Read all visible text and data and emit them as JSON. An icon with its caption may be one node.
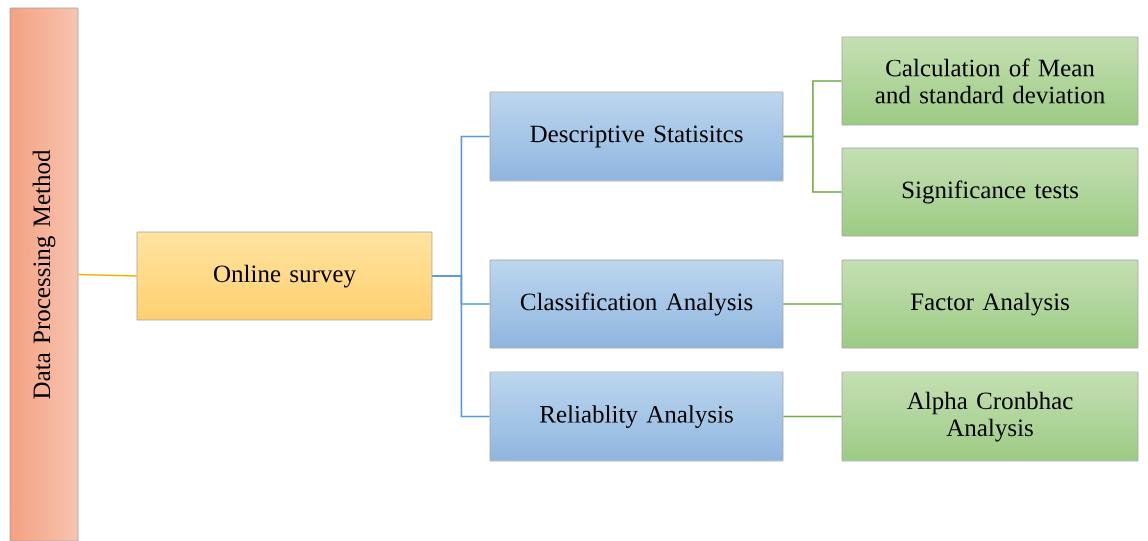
{
  "diagram": {
    "nodes": [
      {
        "text": [
          "Data Processing Method"
        ]
      },
      {
        "text": [
          "Online survey"
        ]
      },
      {
        "text": [
          "Descriptive Statisitcs"
        ]
      },
      {
        "text": [
          "Classification Analysis"
        ]
      },
      {
        "text": [
          "Reliablity Analysis"
        ]
      },
      {
        "text": [
          "Calculation of Mean and standard deviation"
        ]
      },
      {
        "text": [
          "Significance tests"
        ]
      },
      {
        "text": [
          "Factor Analysis"
        ]
      },
      {
        "text": [
          "Alpha Cronbhac Analysis"
        ]
      }
    ],
    "edges": [
      {
        "from": 0,
        "to": 1,
        "arrow": "none",
        "color": "#f0b400"
      },
      {
        "from": 1,
        "to": 2,
        "arrow": "none",
        "color": "#5b9bd5"
      },
      {
        "from": 1,
        "to": 3,
        "arrow": "none",
        "color": "#5b9bd5"
      },
      {
        "from": 1,
        "to": 4,
        "arrow": "none",
        "color": "#5b9bd5"
      },
      {
        "from": 2,
        "to": 5,
        "arrow": "none"
      },
      {
        "from": 2,
        "to": 6,
        "arrow": "none"
      },
      {
        "from": 3,
        "to": 7,
        "arrow": "none"
      },
      {
        "from": 4,
        "to": 8,
        "arrow": "none"
      }
    ]
  }
}
